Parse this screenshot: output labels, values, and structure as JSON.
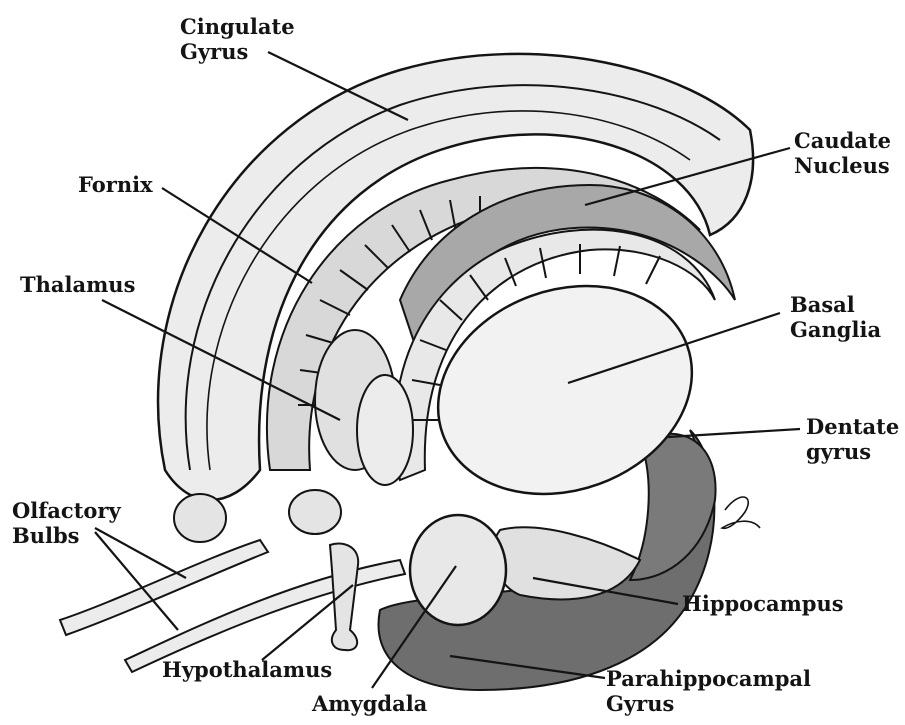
{
  "diagram": {
    "colors": {
      "background": "#ffffff",
      "ink": "#141414",
      "light_fill": "#e4e4e4",
      "mid_fill": "#b8b8b8",
      "dark_fill": "#6e6e6e"
    },
    "labels": {
      "cingulate_gyrus": [
        "Cingulate",
        "Gyrus"
      ],
      "caudate_nucleus": [
        "Caudate",
        "Nucleus"
      ],
      "fornix": "Fornix",
      "thalamus": "Thalamus",
      "basal_ganglia": [
        "Basal",
        "Ganglia"
      ],
      "dentate_gyrus": [
        "Dentate",
        "gyrus"
      ],
      "olfactory_bulbs": [
        "Olfactory",
        "Bulbs"
      ],
      "hippocampus": "Hippocampus",
      "hypothalamus": "Hypothalamus",
      "amygdala": "Amygdala",
      "parahippocampal_gyrus": [
        "Parahippocampal",
        "Gyrus"
      ]
    }
  }
}
